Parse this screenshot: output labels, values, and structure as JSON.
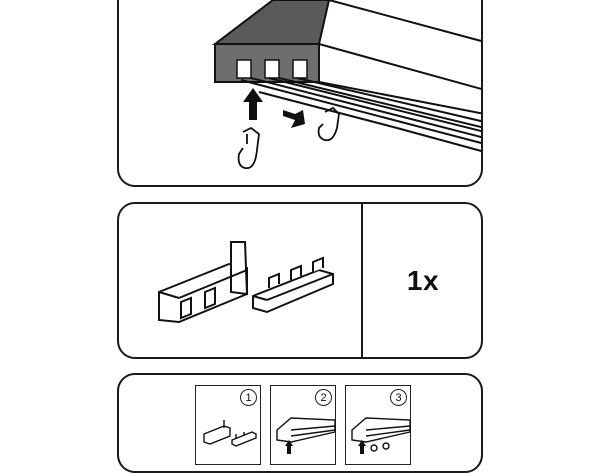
{
  "quantity": {
    "label": "1x"
  },
  "steps": [
    {
      "number": "1"
    },
    {
      "number": "2"
    },
    {
      "number": "3"
    }
  ]
}
